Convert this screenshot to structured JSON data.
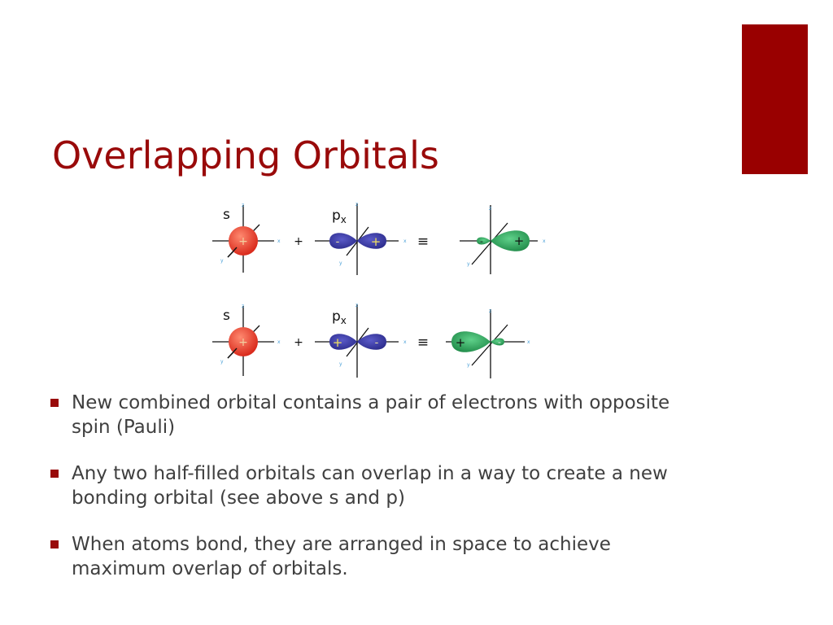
{
  "slide": {
    "title": "Overlapping Orbitals",
    "accent_color": "#990000",
    "title_color": "#990a0a"
  },
  "diagram": {
    "rows": [
      {
        "s_label": "s",
        "s_sign": "+",
        "p_label": "p",
        "p_sub": "x",
        "p_left_sign": "-",
        "p_right_sign": "+",
        "plus": "+",
        "equiv": "≡",
        "hybrid_small_sign": "-",
        "hybrid_big_sign": "+",
        "axis_x": "x",
        "axis_y": "y",
        "axis_z": "z"
      },
      {
        "s_label": "s",
        "s_sign": "+",
        "p_label": "p",
        "p_sub": "x",
        "p_left_sign": "+",
        "p_right_sign": "-",
        "plus": "+",
        "equiv": "≡",
        "hybrid_small_sign": "-",
        "hybrid_big_sign": "+",
        "axis_x": "x",
        "axis_y": "y",
        "axis_z": "z"
      }
    ],
    "colors": {
      "s_orbital": "#e8412c",
      "p_orbital": "#3b3ba3",
      "hybrid_orbital": "#2da35c",
      "axis_label": "#4aa0d8"
    }
  },
  "bullets": [
    {
      "text": "New combined orbital contains a pair of electrons with opposite spin (Pauli)"
    },
    {
      "text": "Any two half-filled orbitals can overlap in a way to create a new bonding orbital (see above s and p)"
    },
    {
      "text": "When atoms bond, they are arranged in space to achieve maximum overlap of orbitals."
    }
  ]
}
